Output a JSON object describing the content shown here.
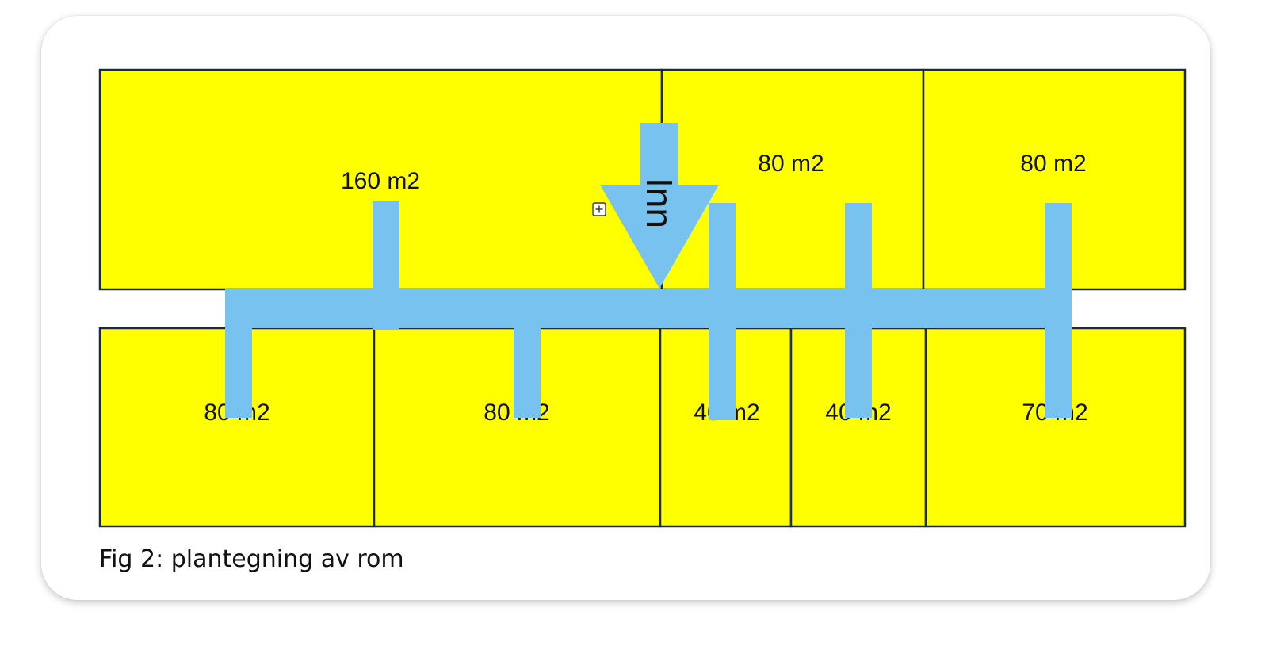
{
  "colors": {
    "room_fill": "#ffff00",
    "wall": "#1c2b3a",
    "corridor": "#78c2f0",
    "text": "#111111"
  },
  "rooms": {
    "top_large": "160 m2",
    "top_mid": "80 m2",
    "top_right": "80 m2",
    "bottom_1": "80 m2",
    "bottom_2": "80 m2",
    "bottom_3": "40 m2",
    "bottom_4": "40 m2",
    "bottom_5": "70 m2"
  },
  "entrance": {
    "label": "Inn",
    "icon": "expand-box-icon"
  },
  "caption": "Fig 2: plantegning av rom"
}
